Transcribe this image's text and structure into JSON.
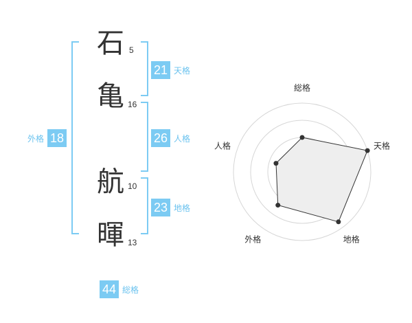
{
  "characters": [
    {
      "char": "石",
      "strokes": "5"
    },
    {
      "char": "亀",
      "strokes": "16"
    },
    {
      "char": "航",
      "strokes": "10"
    },
    {
      "char": "暉",
      "strokes": "13"
    }
  ],
  "scores": {
    "tenkaku": {
      "value": "21",
      "label": "天格"
    },
    "jinkaku": {
      "value": "26",
      "label": "人格"
    },
    "chikaku": {
      "value": "23",
      "label": "地格"
    },
    "gaikaku": {
      "value": "18",
      "label": "外格"
    },
    "soukaku": {
      "value": "44",
      "label": "総格"
    }
  },
  "colors": {
    "accent": "#7ccbf3",
    "accent_text": "#6cc3ef",
    "bracket": "#7ccbf3"
  },
  "chart_data": {
    "type": "radar",
    "axes": [
      "総格",
      "天格",
      "地格",
      "外格",
      "人格"
    ],
    "values": [
      0.5,
      1.0,
      0.9,
      0.6,
      0.4
    ],
    "range": [
      0,
      1
    ],
    "rings": 4,
    "fill": "#eeeeee",
    "line": "#333333"
  }
}
